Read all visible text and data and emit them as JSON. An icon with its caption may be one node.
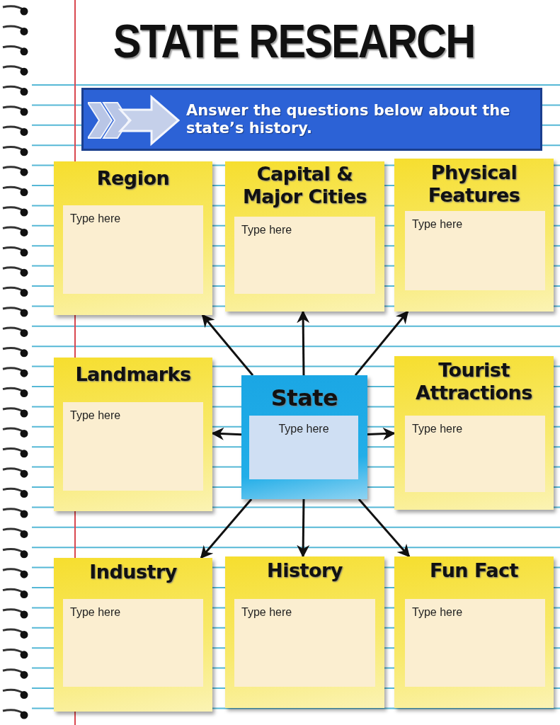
{
  "diagram": {
    "title": "STATE RESEARCH",
    "nodes": [
      {
        "text": [
          "Answer the questions below about the state’s history."
        ]
      },
      {
        "text": [
          "Region",
          "Type here"
        ]
      },
      {
        "text": [
          "Capital & Major Cities",
          "Type here"
        ]
      },
      {
        "text": [
          "Physical Features",
          "Type here"
        ]
      },
      {
        "text": [
          "Landmarks",
          "Type here"
        ]
      },
      {
        "text": [
          "State",
          "Type here"
        ]
      },
      {
        "text": [
          "Tourist Attractions",
          "Type here"
        ]
      },
      {
        "text": [
          "Industry",
          "Type here"
        ]
      },
      {
        "text": [
          "History",
          "Type here"
        ]
      },
      {
        "text": [
          "Fun Fact",
          "Type here"
        ]
      }
    ],
    "edges": [
      {
        "from": 5,
        "to": 1,
        "arrow": "to"
      },
      {
        "from": 5,
        "to": 2,
        "arrow": "to"
      },
      {
        "from": 5,
        "to": 3,
        "arrow": "to"
      },
      {
        "from": 5,
        "to": 4,
        "arrow": "to"
      },
      {
        "from": 5,
        "to": 6,
        "arrow": "to"
      },
      {
        "from": 5,
        "to": 7,
        "arrow": "to"
      },
      {
        "from": 5,
        "to": 8,
        "arrow": "to"
      },
      {
        "from": 5,
        "to": 9,
        "arrow": "to"
      }
    ]
  }
}
